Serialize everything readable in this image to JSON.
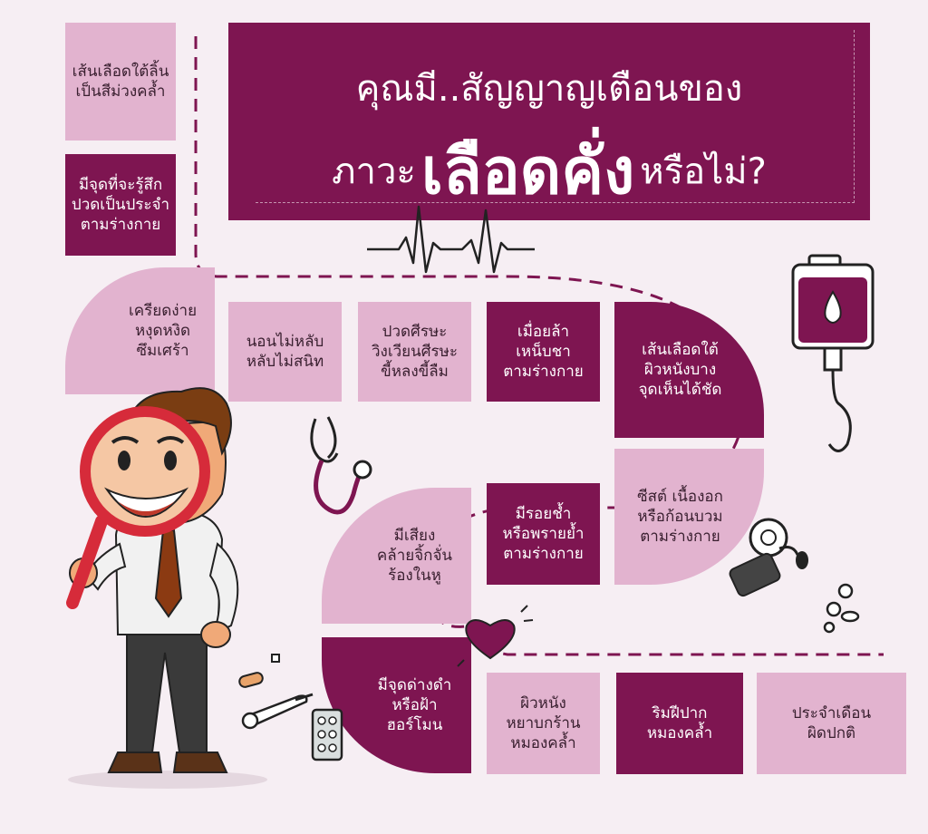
{
  "title": {
    "line1": "คุณมี..สัญญาญเตือนของ",
    "line2_pre": "ภาวะ",
    "line2_highlight": "เลือดคั่ง",
    "line2_post": "หรือไม่?"
  },
  "symptoms": [
    "เส้นเลือดใต้ลิ้น\nเป็นสีม่วงคล้ำ",
    "มีจุดที่จะรู้สึก\nปวดเป็นประจำ\nตามร่างกาย",
    "เครียดง่าย\nหงุดหงิด\nซึมเศร้า",
    "นอนไม่หลับ\nหลับไม่สนิท",
    "ปวดศีรษะ\nวิงเวียนศีรษะ\nขี้หลงขี้ลืม",
    "เมื่อยล้า\nเหน็บชา\nตามร่างกาย",
    "เส้นเลือดใต้\nผิวหนังบาง\nจุดเห็นได้ชัด",
    "ซีสต์ เนื้องอก\nหรือก้อนบวม\nตามร่างกาย",
    "มีรอยช้ำ\nหรือพรายย้ำ\nตามร่างกาย",
    "มีเสียง\nคล้ายจิ้กจั่น\nร้องในหู",
    "มีจุดด่างดำ\nหรือฝ้า\nฮอร์โมน",
    "ผิวหนัง\nหยาบกร้าน\nหมองคล้ำ",
    "ริมฝีปาก\nหมองคล้ำ",
    "ประจำเดือน\nผิดปกติ"
  ],
  "colors": {
    "background": "#f6eef3",
    "dark_tile": "#7e1551",
    "light_tile": "#e2b3cf"
  },
  "icons": [
    "heartbeat-icon",
    "iv-blood-bag-icon",
    "stethoscope-icon",
    "blood-pressure-cuff-icon",
    "heart-icon",
    "pills-icon",
    "thermometer-icon",
    "pill-blister-icon",
    "bandage-icon",
    "businessman-magnifier-illustration"
  ]
}
